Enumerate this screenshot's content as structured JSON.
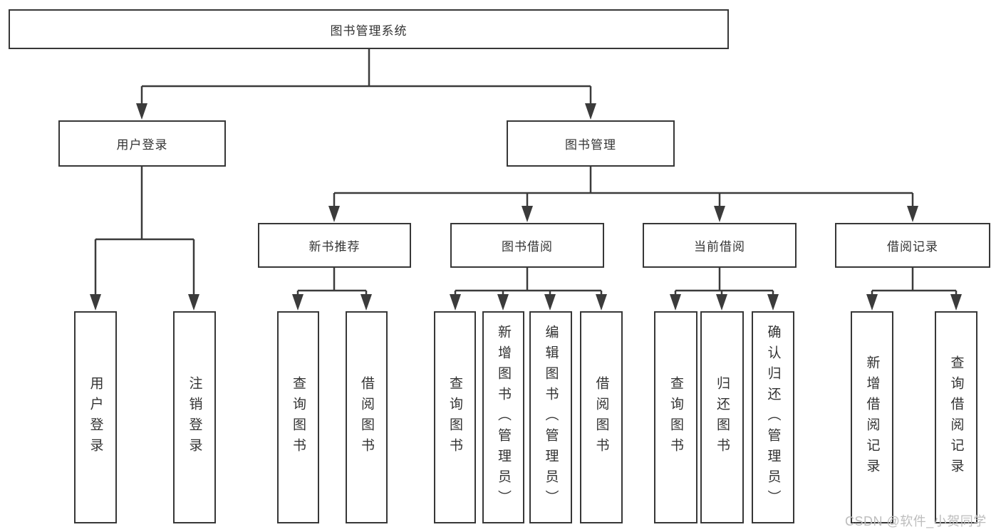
{
  "diagram": {
    "root": {
      "label": "图书管理系统"
    },
    "branches": {
      "user_login": {
        "label": "用户登录",
        "children": [
          "用户登录",
          "注销登录"
        ]
      },
      "book_management": {
        "label": "图书管理",
        "sections": [
          {
            "label": "新书推荐",
            "children": [
              "查询图书",
              "借阅图书"
            ]
          },
          {
            "label": "图书借阅",
            "children": [
              "查询图书",
              "新增图书（管理员）",
              "编辑图书（管理员）",
              "借阅图书"
            ]
          },
          {
            "label": "当前借阅",
            "children": [
              "查询图书",
              "归还图书",
              "确认归还（管理员）"
            ]
          },
          {
            "label": "借阅记录",
            "children": [
              "新增借阅记录",
              "查询借阅记录"
            ]
          }
        ]
      }
    }
  },
  "watermark": {
    "text": "CSDN @软件_小贺同学"
  },
  "colors": {
    "line": "#3b3b3b",
    "box_border": "#373737",
    "text": "#333333",
    "watermark": "#bdbdbd",
    "background": "#ffffff"
  }
}
